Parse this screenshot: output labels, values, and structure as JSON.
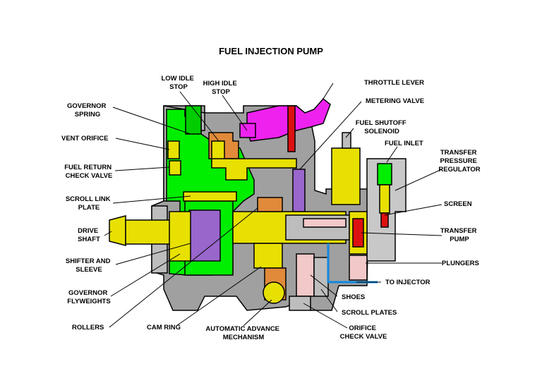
{
  "title": "FUEL INJECTION PUMP",
  "labels": {
    "low_idle_stop": [
      "LOW IDLE",
      "STOP"
    ],
    "high_idle_stop": [
      "HIGH IDLE",
      "STOP"
    ],
    "throttle_lever": [
      "THROTTLE LEVER"
    ],
    "metering_valve": [
      "METERING VALVE"
    ],
    "fuel_shutoff_solenoid": [
      "FUEL SHUTOFF",
      "SOLENOID"
    ],
    "fuel_inlet": [
      "FUEL INLET"
    ],
    "transfer_pressure_regulator": [
      "TRANSFER",
      "PRESSURE",
      "REGULATOR"
    ],
    "screen": [
      "SCREEN"
    ],
    "transfer_pump": [
      "TRANSFER",
      "PUMP"
    ],
    "plungers": [
      "PLUNGERS"
    ],
    "to_injector": [
      "TO INJECTOR"
    ],
    "shoes": [
      "SHOES"
    ],
    "scroll_plates": [
      "SCROLL PLATES"
    ],
    "orifice_check_valve": [
      "ORIFICE",
      "CHECK VALVE"
    ],
    "automatic_advance_mechanism": [
      "AUTOMATIC ADVANCE",
      "MECHANISM"
    ],
    "cam_ring": [
      "CAM RING"
    ],
    "rollers": [
      "ROLLERS"
    ],
    "governor_flyweights": [
      "GOVERNOR",
      "FLYWEIGHTS"
    ],
    "shifter_and_sleeve": [
      "SHIFTER AND",
      "SLEEVE"
    ],
    "drive_shaft": [
      "DRIVE",
      "SHAFT"
    ],
    "scroll_link_plate": [
      "SCROLL LINK",
      "PLATE"
    ],
    "fuel_return_check_valve": [
      "FUEL RETURN",
      "CHECK VALVE"
    ],
    "vent_orifice": [
      "VENT ORIFICE"
    ],
    "governor_spring": [
      "GOVERNOR",
      "SPRING"
    ]
  },
  "colors": {
    "housing": "#a0a0a0",
    "housing_dark": "#7a7a7a",
    "housing_light": "#c8c8c8",
    "governor_chamber": "#00ee00",
    "yellow_parts": "#e8e000",
    "magenta_parts": "#ee22ee",
    "purple_parts": "#9966cc",
    "orange_parts": "#e08a3a",
    "red_parts": "#dd1111",
    "brown_parts": "#8b5a2b",
    "fuel_line": "#1188dd",
    "pink_fill": "#f2c8c8"
  }
}
